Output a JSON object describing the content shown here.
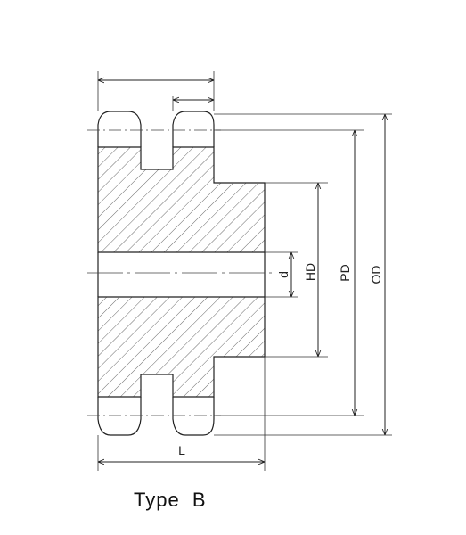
{
  "caption": "Type  B",
  "dimensions": {
    "d": "d",
    "hd": "HD",
    "pd": "PD",
    "od": "OD",
    "l": "L"
  }
}
